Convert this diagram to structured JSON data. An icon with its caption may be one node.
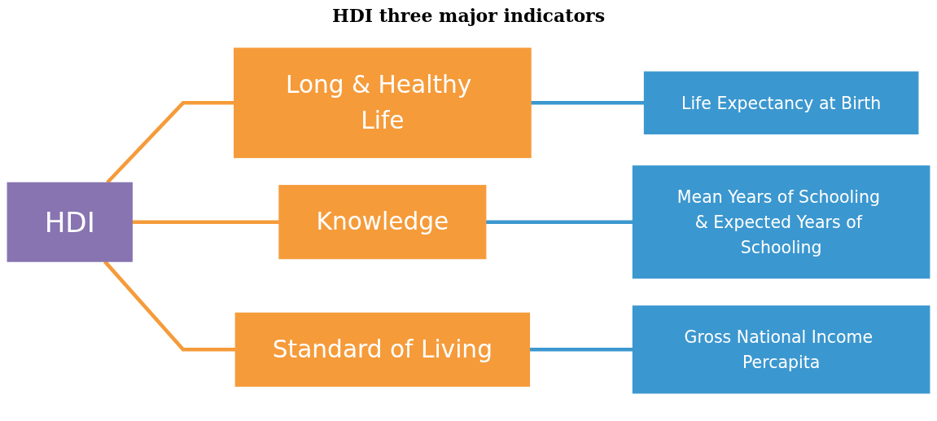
{
  "diagram": {
    "title": "HDI three major indicators",
    "nodes": [
      {
        "text": [
          "HDI"
        ]
      },
      {
        "text": [
          "Long & Healthy Life"
        ]
      },
      {
        "text": [
          "Knowledge"
        ]
      },
      {
        "text": [
          "Standard of Living"
        ]
      },
      {
        "text": [
          "Life Expectancy at Birth"
        ]
      },
      {
        "text": [
          "Mean Years of Schooling & Expected Years of Schooling"
        ]
      },
      {
        "text": [
          "Gross National Income Percapita"
        ]
      }
    ],
    "edges": [
      {
        "from": 0,
        "to": 1,
        "arrow": "none",
        "color": "#f59b3a"
      },
      {
        "from": 0,
        "to": 2,
        "arrow": "none",
        "color": "#f59b3a"
      },
      {
        "from": 0,
        "to": 3,
        "arrow": "none",
        "color": "#f59b3a"
      },
      {
        "from": 1,
        "to": 4,
        "arrow": "none",
        "color": "#3b97cf"
      },
      {
        "from": 2,
        "to": 5,
        "arrow": "none",
        "color": "#3b97cf"
      },
      {
        "from": 3,
        "to": 6,
        "arrow": "none",
        "color": "#3b97cf"
      }
    ]
  }
}
